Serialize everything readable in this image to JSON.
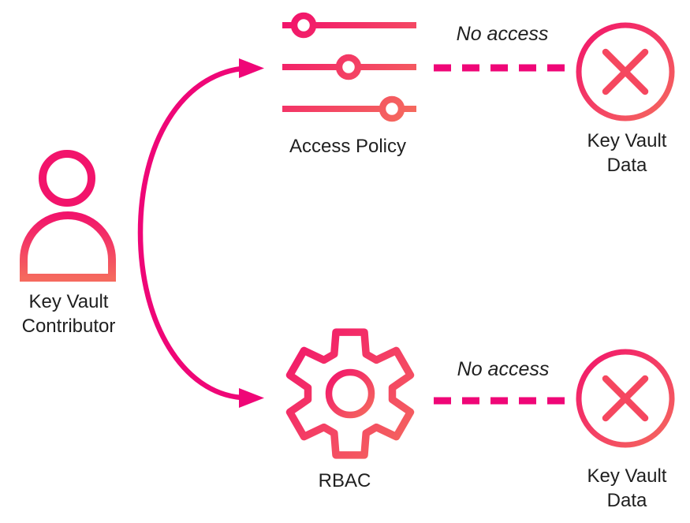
{
  "colors": {
    "magenta": "#EF0677",
    "pink": "#F2146B",
    "salmon": "#F5695E",
    "rose": "#F5475F",
    "text": "#1F1F1F",
    "background": "#FFFFFF"
  },
  "actor": {
    "icon": "person-icon",
    "label": "Key Vault Contributor"
  },
  "top_flow": {
    "icon": "sliders-icon",
    "mechanism_label": "Access Policy",
    "edge_label": "No access",
    "target_icon": "circle-x-icon",
    "target_label": "Key Vault Data"
  },
  "bottom_flow": {
    "icon": "gear-icon",
    "mechanism_label": "RBAC",
    "edge_label": "No access",
    "target_icon": "circle-x-icon",
    "target_label": "Key Vault Data"
  }
}
